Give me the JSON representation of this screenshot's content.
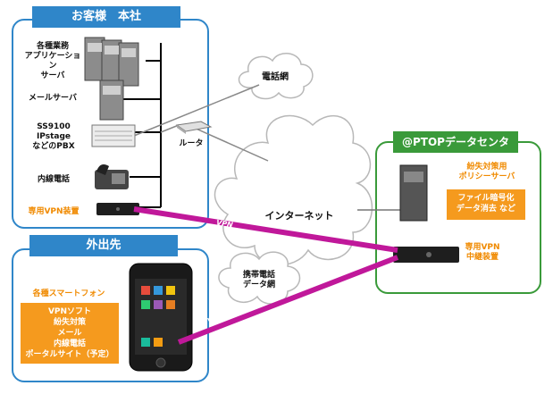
{
  "hq": {
    "title": "お客様　本社",
    "app_servers_label": [
      "各種業務",
      "アプリケーション",
      "サーバ"
    ],
    "mail_server_label": "メールサーバ",
    "pbx_label": [
      "SS9100",
      "IPstage",
      "などのPBX"
    ],
    "phone_label": "内線電話",
    "vpn_device_label": "専用VPN装置",
    "router_label": "ルータ"
  },
  "cloud": {
    "phone_net": "電話網",
    "internet": "インターネット",
    "mobile_net": [
      "携帯電話",
      "データ網"
    ]
  },
  "datacenter": {
    "title": "@PTOPデータセンタ",
    "policy_server": [
      "紛失対策用",
      "ポリシーサーバ"
    ],
    "features": [
      "ファイル暗号化",
      "データ消去  など"
    ],
    "relay_label": [
      "専用VPN",
      "中継装置"
    ]
  },
  "remote": {
    "title": "外出先",
    "smartphone_label": "各種スマートフォン",
    "features": [
      "VPNソフト",
      "紛失対策",
      "メール",
      "内線電話",
      "ポータルサイト（予定）"
    ]
  },
  "vpn_label": "VPN",
  "colors": {
    "blue": "#2f86c9",
    "green": "#3a9a3a",
    "orange": "#f59a1e",
    "vpn": "#c0189a"
  }
}
